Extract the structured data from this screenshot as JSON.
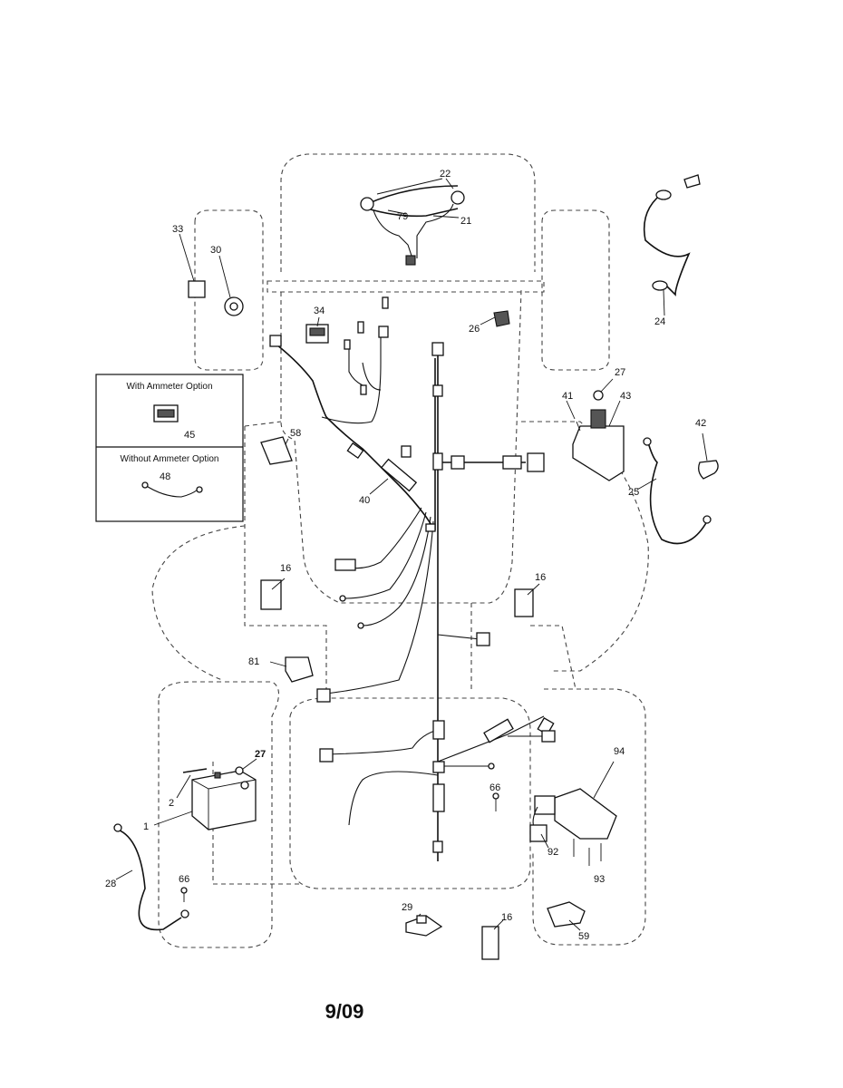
{
  "option_box": {
    "with_ammeter": "With Ammeter Option",
    "without_ammeter": "Without Ammeter Option"
  },
  "callouts": {
    "p22": "22",
    "p79": "79",
    "p21": "21",
    "p33": "33",
    "p30": "30",
    "p34": "34",
    "p26": "26",
    "p24": "24",
    "p27a": "27",
    "p41": "41",
    "p43": "43",
    "p42": "42",
    "p25": "25",
    "p45": "45",
    "p48": "48",
    "p58": "58",
    "p40": "40",
    "p16a": "16",
    "p16b": "16",
    "p81": "81",
    "p27b": "27",
    "p2": "2",
    "p1": "1",
    "p28": "28",
    "p66a": "66",
    "p66b": "66",
    "p94": "94",
    "p92": "92",
    "p93": "93",
    "p29": "29",
    "p16c": "16",
    "p59": "59"
  },
  "footer": {
    "date_code": "9/09"
  }
}
